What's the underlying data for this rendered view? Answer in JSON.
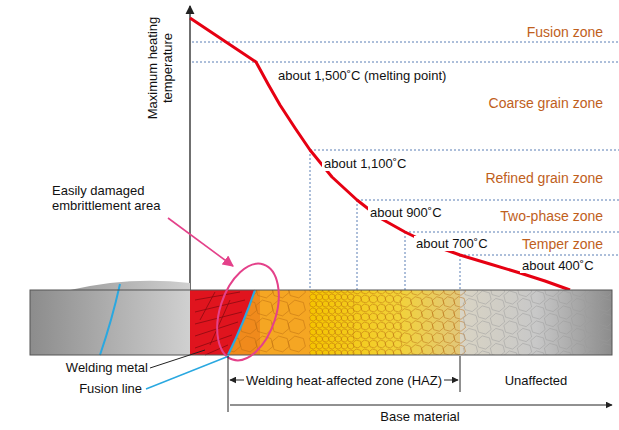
{
  "diagram": {
    "labels": [
      "Maximum heating temperature",
      "Fusion zone",
      "about 1,500˚C (melting point)",
      "Coarse grain zone",
      "about 1,100˚C",
      "Refined grain zone",
      "about 900˚C",
      "Two-phase zone",
      "about 700˚C",
      "Temper zone",
      "about 400˚C",
      "Easily damaged embrittlement area",
      "Welding metal",
      "Fusion line",
      "Welding heat-affected zone (HAZ)",
      "Unaffected",
      "Base material"
    ]
  }
}
